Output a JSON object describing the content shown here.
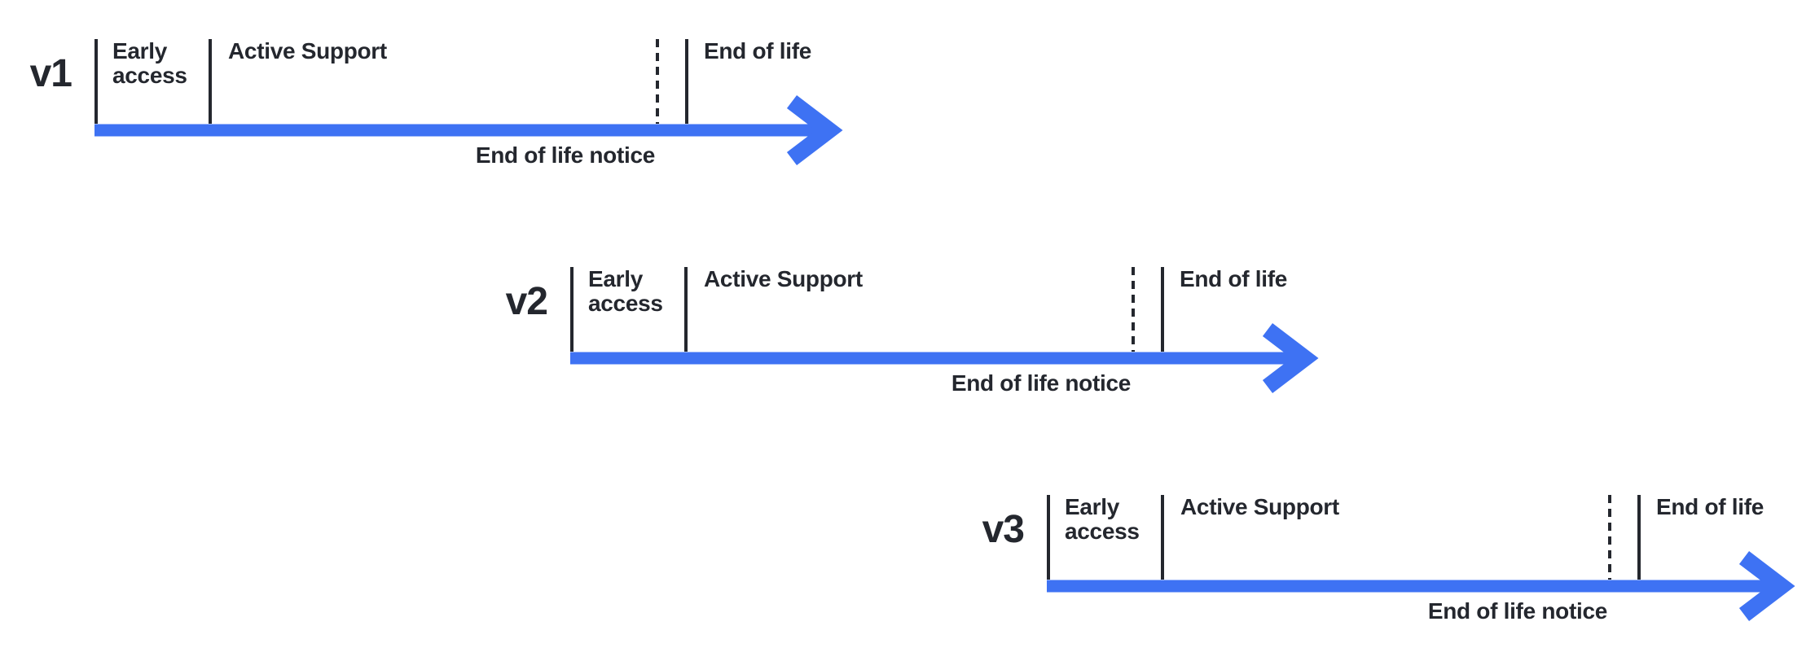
{
  "diagram": {
    "colors": {
      "arrow_blue": "#3e72f3",
      "line_dark": "#24272e"
    },
    "timelines": [
      {
        "version": "v1",
        "labels": {
          "early_access": "Early access",
          "active_support": "Active Support",
          "end_of_life": "End of life",
          "end_of_life_notice": "End of life notice"
        }
      },
      {
        "version": "v2",
        "labels": {
          "early_access": "Early access",
          "active_support": "Active Support",
          "end_of_life": "End of life",
          "end_of_life_notice": "End of life notice"
        }
      },
      {
        "version": "v3",
        "labels": {
          "early_access": "Early access",
          "active_support": "Active Support",
          "end_of_life": "End of life",
          "end_of_life_notice": "End of life notice"
        }
      }
    ]
  }
}
